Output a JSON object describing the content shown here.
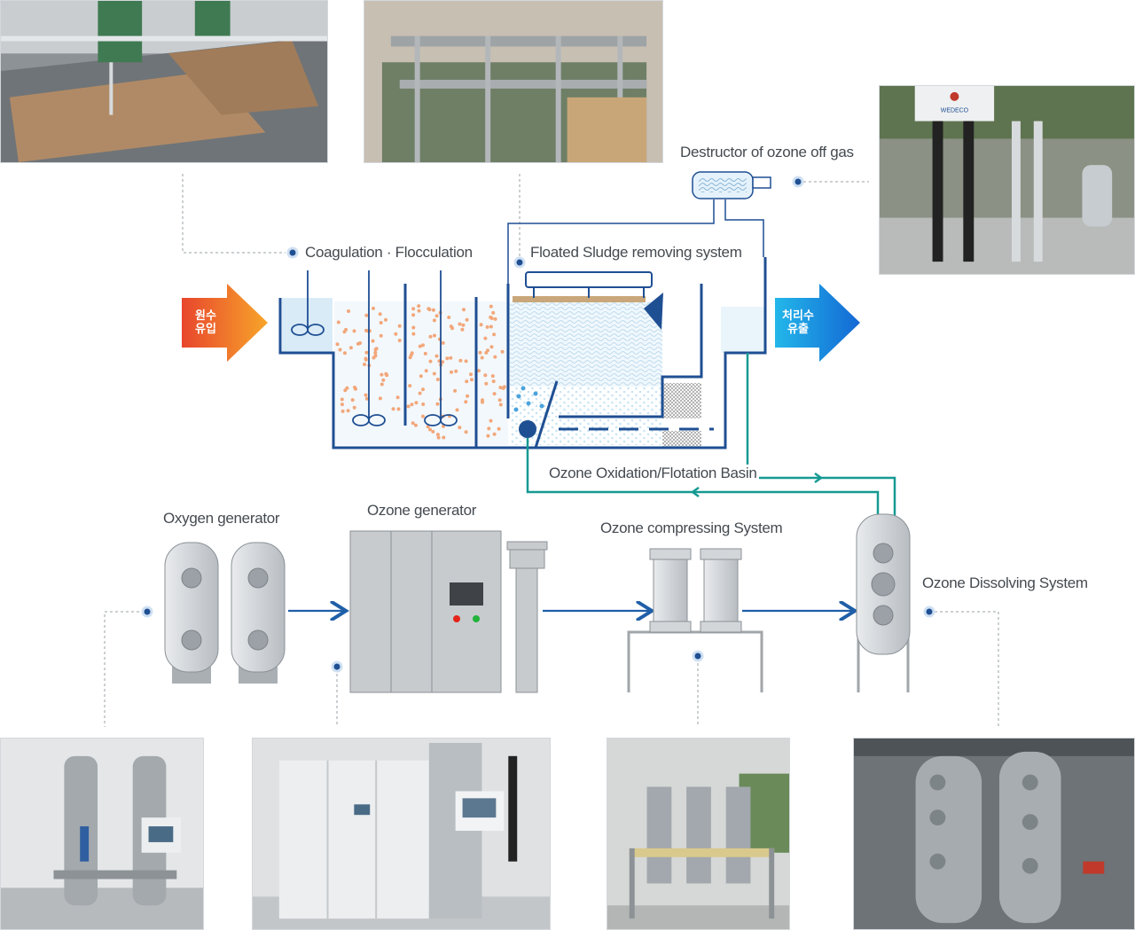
{
  "labels": {
    "coagulation": "Coagulation · Flocculation",
    "floated_sludge": "Floated Sludge removing system",
    "destructor": "Destructor of ozone off gas",
    "basin": "Ozone Oxidation/Flotation Basin",
    "oxygen_generator": "Oxygen generator",
    "ozone_generator": "Ozone generator",
    "ozone_compressing": "Ozone compressing System",
    "ozone_dissolving": "Ozone Dissolving System"
  },
  "arrows": {
    "inflow_line1": "원수",
    "inflow_line2": "유입",
    "outflow_line1": "처리수",
    "outflow_line2": "유출"
  },
  "photos": {
    "dissolving_brand": "WEDECO"
  },
  "colors": {
    "tank_stroke": "#1f4f93",
    "ozone_line": "#169a93",
    "flow_arrow": "#1f5fa8",
    "inflow_arrow": "#f07a22",
    "outflow_arrow": "#1a7fd8",
    "floc_dot": "#f2a77a",
    "bubble": "#9fd0ec"
  }
}
